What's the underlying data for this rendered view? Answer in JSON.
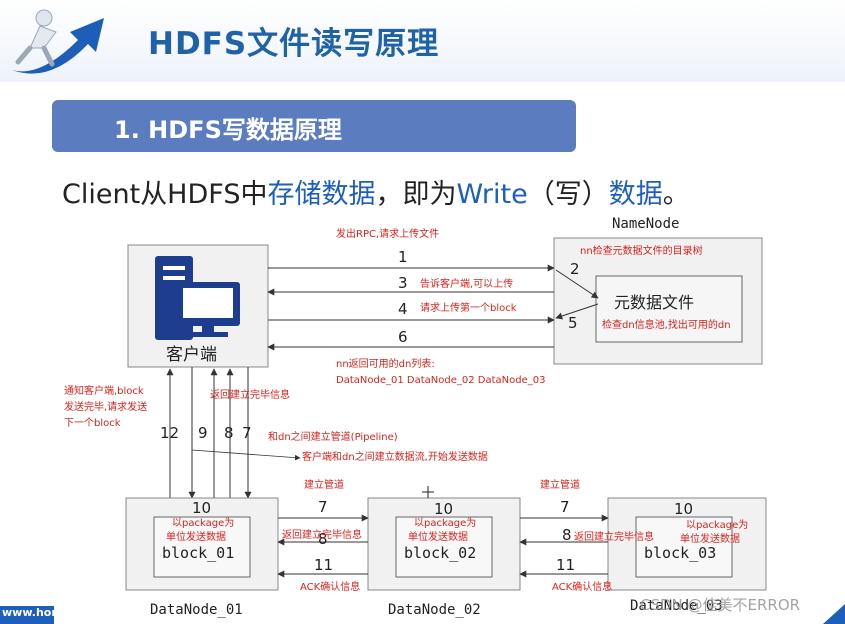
{
  "header": {
    "title": "HDFS文件读写原理"
  },
  "section": {
    "label": "1. HDFS写数据原理"
  },
  "intro": {
    "p1": "Client从HDFS中",
    "p2": "存储数据",
    "p3": "，即为",
    "p4": "Write",
    "p5": "（写）",
    "p6": "数据",
    "p7": "。"
  },
  "diagram": {
    "client_label": "客户端",
    "namenode_title": "NameNode",
    "namenode_note": "nn检查元数据文件的目录树",
    "metadata_label": "元数据文件",
    "metadata_note": "检查dn信息池,找出可用的dn",
    "step1_label": "发出RPC,请求上传文件",
    "step3_label": "告诉客户端,可以上传",
    "step4_label": "请求上传第一个block",
    "step6_label1": "nn返回可用的dn列表:",
    "step6_label2": "DataNode_01  DataNode_02  DataNode_03",
    "step12_label1": "通知客户端,block",
    "step12_label2": "发送完毕,请求发送",
    "step12_label3": "下一个block",
    "step9_label": "返回建立完毕信息",
    "step7_label": "和dn之间建立管道(Pipeline)",
    "step10_label": "客户端和dn之间建立数据流,开始发送数据",
    "pipeline_label": "建立管道",
    "return_label": "返回建立完毕信息",
    "ack_label": "ACK确认信息",
    "package_label1": "以package为",
    "package_label2": "单位发送数据",
    "n1": "1",
    "n2": "2",
    "n3": "3",
    "n4": "4",
    "n5": "5",
    "n6": "6",
    "n7": "7",
    "n8": "8",
    "n9": "9",
    "n10": "10",
    "n11": "11",
    "n12": "12",
    "block1": "block_01",
    "block2": "block_02",
    "block3": "block_03",
    "dn1": "DataNode_01",
    "dn2": "DataNode_02",
    "dn3": "DataNode_03"
  },
  "footer": {
    "bottom_tab": "www.hor",
    "watermark": "CSDN @佳美不ERROR"
  },
  "colors": {
    "accent": "#1f62a8",
    "section": "#5b7cbf",
    "annotation": "#d9231c",
    "client_icon": "#1d3d8f"
  }
}
